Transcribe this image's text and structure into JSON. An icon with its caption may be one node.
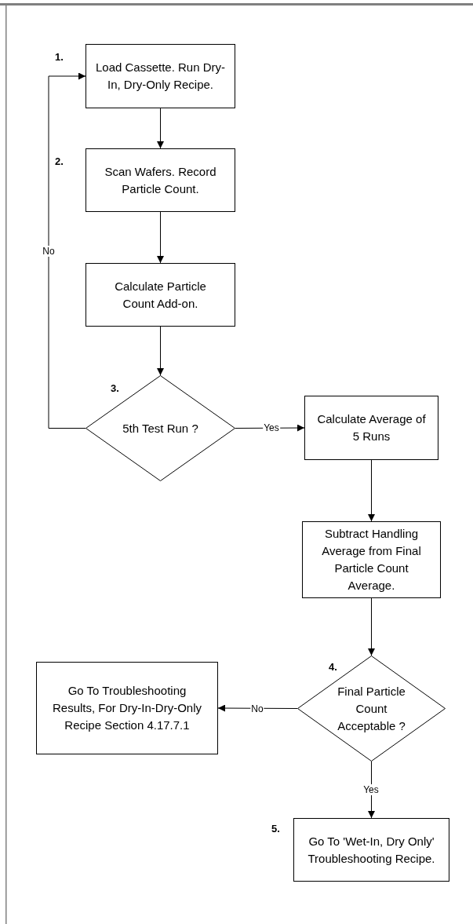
{
  "diagram": {
    "nodes": [
      {
        "text": [
          "Load Cassette. Run Dry-In, Dry-Only Recipe."
        ],
        "beside": [
          "1."
        ]
      },
      {
        "text": [
          "Scan Wafers. Record Particle Count."
        ],
        "beside": [
          "2."
        ]
      },
      {
        "text": [
          "Calculate Particle Count Add-on."
        ]
      },
      {
        "text": [
          "5th Test Run ?"
        ],
        "beside": [
          "3."
        ]
      },
      {
        "text": [
          "Calculate Average of 5 Runs"
        ]
      },
      {
        "text": [
          "Subtract Handling Average from Final Particle Count Average."
        ]
      },
      {
        "text": [
          "Final Particle Count Acceptable ?"
        ],
        "beside": [
          "4."
        ]
      },
      {
        "text": [
          "Go To Troubleshooting Results, For Dry-In-Dry-Only Recipe Section 4.17.7.1"
        ]
      },
      {
        "text": [
          "Go To 'Wet-In, Dry Only' Troubleshooting Recipe."
        ],
        "beside": [
          "5."
        ]
      }
    ],
    "edges": [
      {
        "from": 0,
        "to": 1,
        "arrow": "to"
      },
      {
        "from": 1,
        "to": 2,
        "arrow": "to"
      },
      {
        "from": 2,
        "to": 3,
        "arrow": "to"
      },
      {
        "from": 3,
        "to": 0,
        "arrow": "to",
        "label": "No"
      },
      {
        "from": 3,
        "to": 4,
        "arrow": "to",
        "label": "Yes"
      },
      {
        "from": 4,
        "to": 5,
        "arrow": "to"
      },
      {
        "from": 5,
        "to": 6,
        "arrow": "to"
      },
      {
        "from": 6,
        "to": 7,
        "arrow": "to",
        "label": "No"
      },
      {
        "from": 6,
        "to": 8,
        "arrow": "to",
        "label": "Yes"
      }
    ]
  }
}
